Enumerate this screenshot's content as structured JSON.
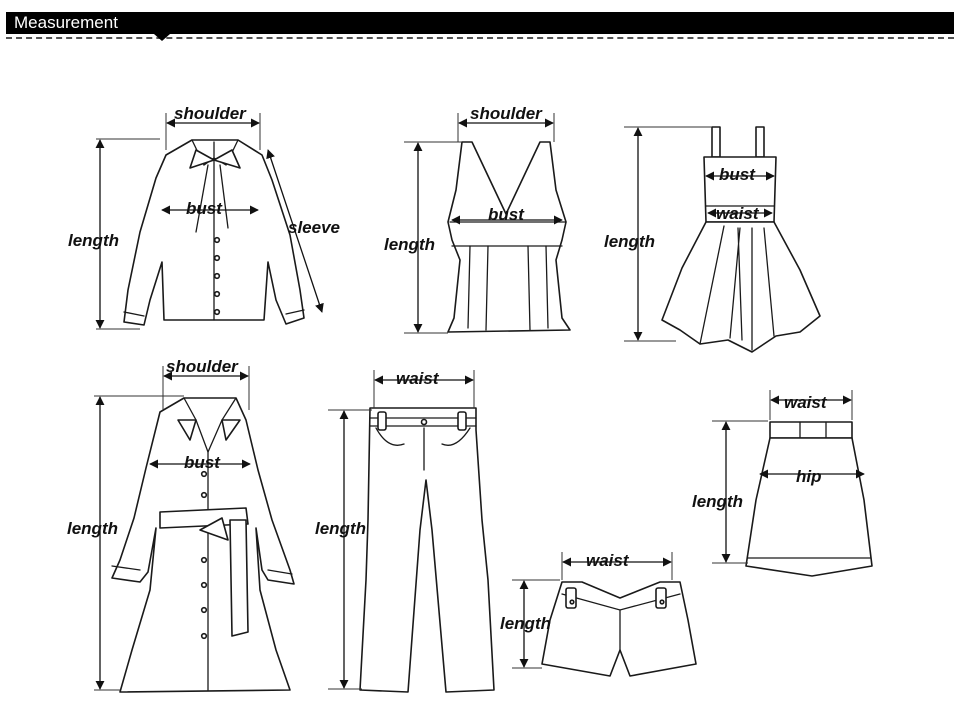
{
  "header": {
    "title": "Measurement"
  },
  "garments": {
    "shirt": {
      "shoulder": "shoulder",
      "bust": "bust",
      "length": "length",
      "sleeve": "sleeve"
    },
    "tank": {
      "shoulder": "shoulder",
      "bust": "bust",
      "length": "length"
    },
    "dress": {
      "bust": "bust",
      "waist": "waist",
      "length": "length"
    },
    "coat": {
      "shoulder": "shoulder",
      "bust": "bust",
      "length": "length"
    },
    "pants": {
      "waist": "waist",
      "length": "length"
    },
    "shorts": {
      "waist": "waist",
      "length": "length"
    },
    "skirt": {
      "waist": "waist",
      "hip": "hip",
      "length": "length"
    }
  }
}
